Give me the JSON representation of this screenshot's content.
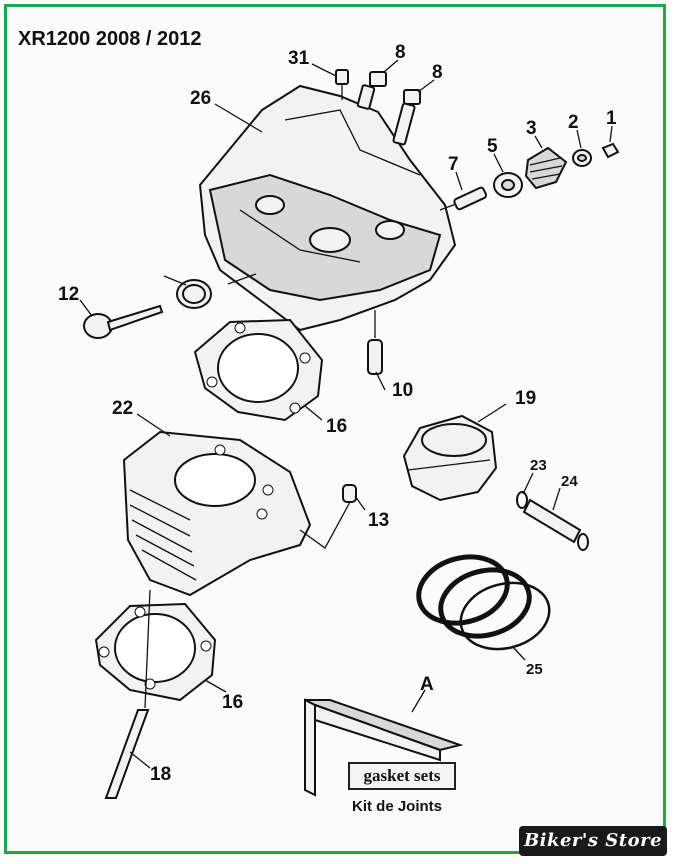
{
  "title": "XR1200 2008 / 2012",
  "callouts": {
    "c1": "1",
    "c2": "2",
    "c3": "3",
    "c5": "5",
    "c7": "7",
    "c8a": "8",
    "c8b": "8",
    "c31": "31",
    "c26": "26",
    "c12": "12",
    "c10": "10",
    "c16a": "16",
    "c16b": "16",
    "c22": "22",
    "c19": "19",
    "c23": "23",
    "c24": "24",
    "c13": "13",
    "c25": "25",
    "c18": "18",
    "cA": "A"
  },
  "gasket_label": "gasket sets",
  "kit_label": "Kit de Joints",
  "store": "Biker's Store"
}
